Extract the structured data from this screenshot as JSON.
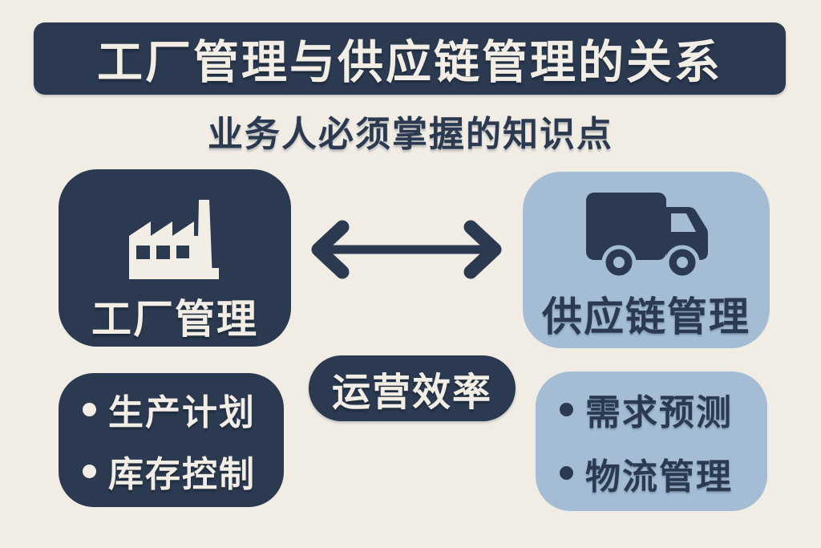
{
  "colors": {
    "background": "#f1ede5",
    "navy": "#2b3a50",
    "light_blue": "#a4bdd5",
    "cream_text": "#f2eee5"
  },
  "header": {
    "title": "工厂管理与供应链管理的关系"
  },
  "subtitle": {
    "text": "业务人必须掌握的知识点"
  },
  "diagram": {
    "factory_box": {
      "label": "工厂管理",
      "icon": "factory-icon"
    },
    "supply_box": {
      "label": "供应链管理",
      "icon": "truck-icon"
    },
    "relation_arrow": {
      "icon": "double-arrow-icon"
    },
    "relation_badge": {
      "label": "运营效率"
    },
    "factory_points": {
      "items": [
        {
          "text": "生产计划"
        },
        {
          "text": "库存控制"
        }
      ]
    },
    "supply_points": {
      "items": [
        {
          "text": "需求预测"
        },
        {
          "text": "物流管理"
        }
      ]
    }
  }
}
